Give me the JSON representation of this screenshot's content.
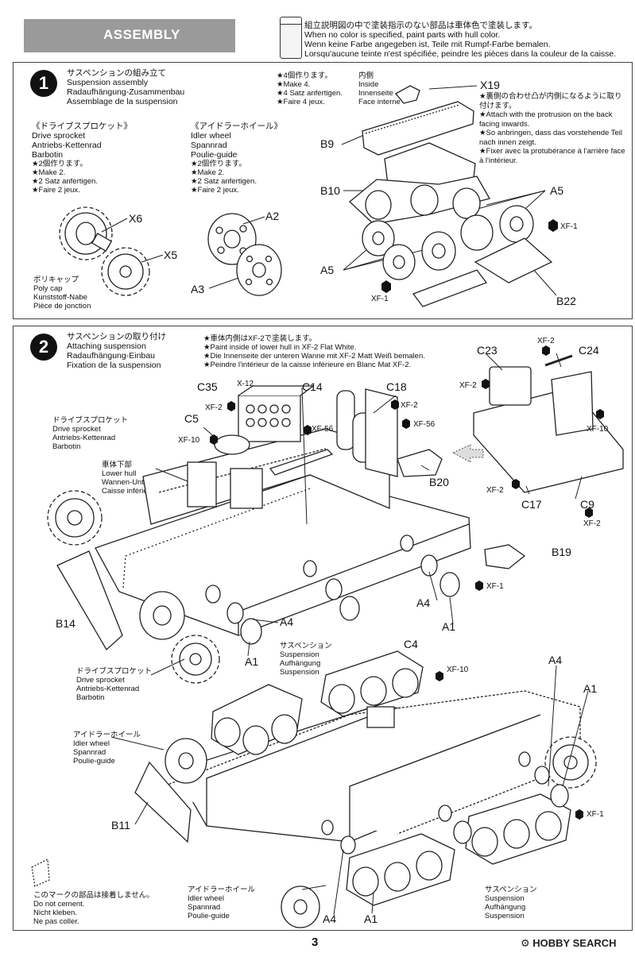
{
  "header": {
    "title": "ASSEMBLY"
  },
  "paint_note": [
    "組立説明図の中で塗装指示のない部品は車体色で塗装します。",
    "When no color is specified, paint parts with hull color.",
    "Wenn keine Farbe angegeben ist, Teile mit Rumpf-Farbe bemalen.",
    "Lorsqu'aucune teinte n'est spécifiée, peindre les pièces dans la couleur de la caisse."
  ],
  "step1": {
    "number": "1",
    "title": [
      "サスペンションの組み立て",
      "Suspension assembly",
      "Radaufhängung-Zusammenbau",
      "Assemblage de la suspension"
    ],
    "sprocket": [
      "《ドライブスプロケット》",
      "Drive sprocket",
      "Antriebs-Kettenrad",
      "Barbotin"
    ],
    "sprocket_qty": [
      "★2個作ります。",
      "★Make 2.",
      "★2 Satz anfertigen.",
      "★Faire 2 jeux."
    ],
    "idler": [
      "《アイドラーホイール》",
      "Idler wheel",
      "Spannrad",
      "Poulie-guide"
    ],
    "idler_qty": [
      "★2個作ります。",
      "★Make 2.",
      "★2 Satz anfertigen.",
      "★Faire 2 jeux."
    ],
    "susp_qty": [
      "★4個作ります。",
      "★Make 4.",
      "★4 Satz anfertigen.",
      "★Faire 4 jeux."
    ],
    "inside": [
      "内側",
      "Inside",
      "Innenseite",
      "Face interne"
    ],
    "x19_note": [
      "★裏側の合わせ凸が内側になるように取り付けます。",
      "★Attach with the protrusion on the back facing inwards.",
      "★So anbringen, dass das vorstehende Teil nach innen zeigt.",
      "★Fixer avec la protubérance à l'arrière face à l'intérieur."
    ],
    "polycap": [
      "ポリキャップ",
      "Poly cap",
      "Kunststoff-Nabe",
      "Pièce de jonction"
    ],
    "parts": {
      "x6": "X6",
      "x5": "X5",
      "a2": "A2",
      "a3": "A3",
      "x19": "X19",
      "b9": "B9",
      "b10": "B10",
      "a5a": "A5",
      "a5b": "A5",
      "b22": "B22",
      "xf1a": "XF-1",
      "xf1b": "XF-1"
    }
  },
  "step2": {
    "number": "2",
    "title": [
      "サスペンションの取り付け",
      "Attaching suspension",
      "Radaufhängung-Einbau",
      "Fixation de la suspension"
    ],
    "paint": [
      "★車体内側はXF-2で塗装します。",
      "★Paint inside of lower hull in XF-2 Flat White.",
      "★Die Innenseite der unteren Wanne mit XF-2 Matt Weiß bemalen.",
      "★Peindre l'intérieur de la caisse inférieure en Blanc Mat XF-2."
    ],
    "sprocket": [
      "ドライブスプロケット",
      "Drive sprocket",
      "Antriebs-Kettenrad",
      "Barbotin"
    ],
    "lower_hull": [
      "車体下部",
      "Lower hull",
      "Wannen-Unterteil",
      "Caisse inférieure"
    ],
    "sprocket2": [
      "ドライブスプロケット",
      "Drive sprocket",
      "Antriebs-Kettenrad",
      "Barbotin"
    ],
    "idler": [
      "アイドラーホイール",
      "Idler wheel",
      "Spannrad",
      "Poulie-guide"
    ],
    "suspension": [
      "サスペンション",
      "Suspension",
      "Aufhängung",
      "Suspension"
    ],
    "suspension2": [
      "サスペンション",
      "Suspension",
      "Aufhängung",
      "Suspension"
    ],
    "idler2": [
      "アイドラーホイール",
      "Idler wheel",
      "Spannrad",
      "Poulie-guide"
    ],
    "no_cement": [
      "このマークの部品は接着しません。",
      "Do not cement.",
      "Nicht kleben.",
      "Ne pas coller."
    ],
    "parts": {
      "c35": "C35",
      "x12": "X-12",
      "xf2a": "XF-2",
      "c5": "C5",
      "xf10a": "XF-10",
      "c14": "C14",
      "xf56a": "XF-56",
      "c18": "C18",
      "xf2b": "XF-2",
      "xf56b": "XF-56",
      "b20": "B20",
      "xf2c": "XF-2",
      "c24": "C24",
      "c23": "C23",
      "xf2d": "XF-2",
      "xf10b": "XF-10",
      "xf2e": "XF-2",
      "c17": "C17",
      "c9": "C9",
      "xf2f": "XF-2",
      "b19": "B19",
      "xf1a": "XF-1",
      "a4a": "A4",
      "a4b": "A4",
      "a1a": "A1",
      "a1b": "A1",
      "b14": "B14",
      "c4": "C4",
      "xf10c": "XF-10",
      "a4c": "A4",
      "a1c": "A1",
      "xf1b": "XF-1",
      "b11": "B11",
      "a4d": "A4",
      "a1d": "A1"
    }
  },
  "footer": {
    "page": "3",
    "watermark": "HOBBY SEARCH"
  }
}
